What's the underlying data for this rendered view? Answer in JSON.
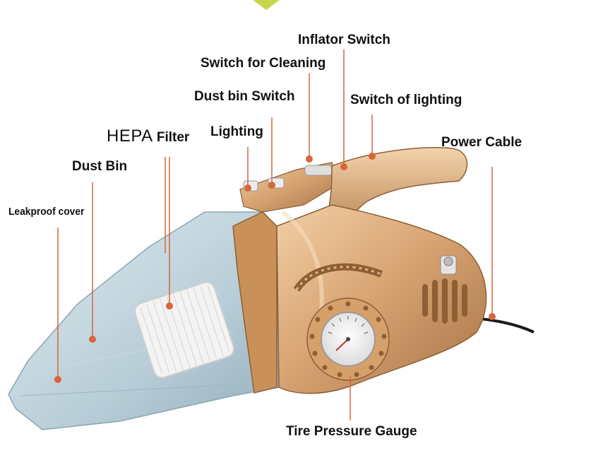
{
  "labels": {
    "inflator_switch": "Inflator Switch",
    "switch_for_cleaning": "Switch for Cleaning",
    "dust_bin_switch": "Dust bin Switch",
    "switch_of_lighting": "Switch of lighting",
    "lighting": "Lighting",
    "hepa_prefix": "HEPA",
    "hepa_suffix": "Filter",
    "power_cable": "Power Cable",
    "dust_bin": "Dust Bin",
    "leakproof_cover": "Leakproof cover",
    "tire_pressure_gauge": "Tire Pressure Gauge"
  },
  "colors": {
    "leader_line": "#d8663a",
    "gold_body": "#d9a574",
    "gold_dark": "#a77446",
    "transparent_bin": "#a9c3cf",
    "accent_triangle": "#c9d64a"
  }
}
